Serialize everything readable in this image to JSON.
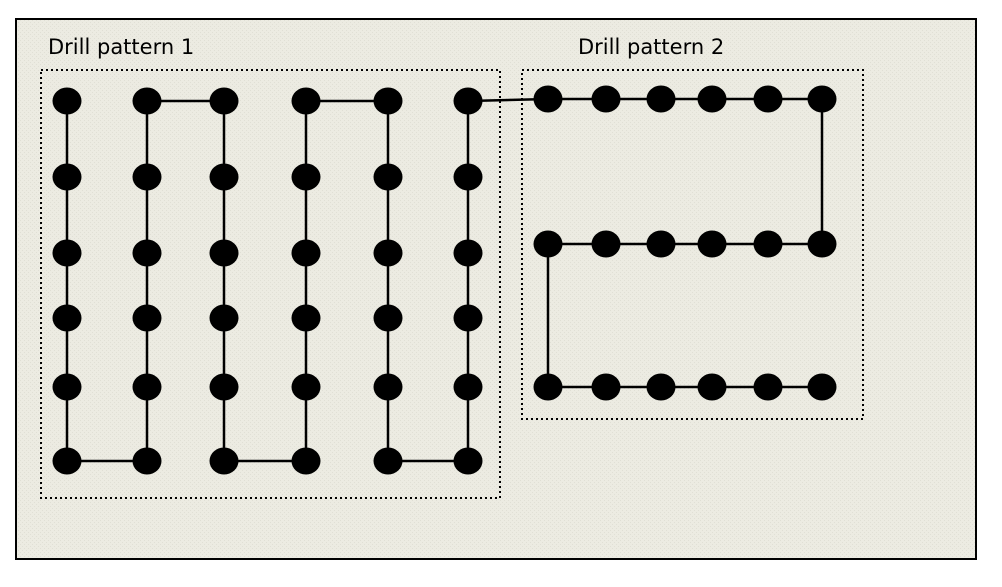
{
  "colors": {
    "board_fill": "#ecebe2",
    "board_stroke": "#000000",
    "group_outline": "#000000",
    "hole": "#000000",
    "path": "#000000"
  },
  "labels": {
    "pattern1": "Drill pattern 1",
    "pattern2": "Drill pattern 2"
  },
  "pattern1": {
    "columns": 6,
    "rows": 6,
    "hole_count": 36
  },
  "pattern2": {
    "columns": 6,
    "rows": 3,
    "hole_count": 18
  }
}
